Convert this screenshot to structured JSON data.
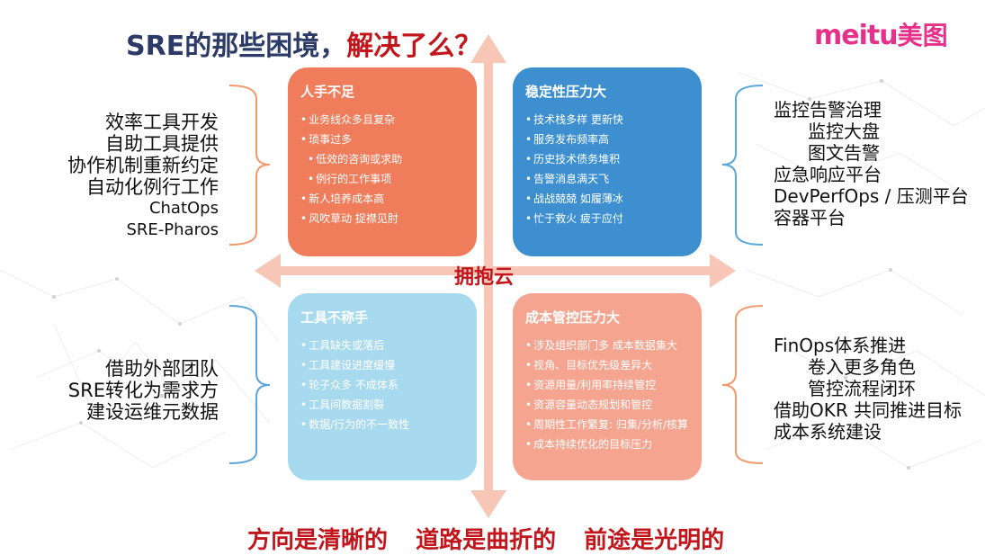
{
  "title": {
    "part1": "SRE的那些困境，",
    "part2": "解决了么？"
  },
  "logo": {
    "latin": "meitu",
    "chinese": "美图"
  },
  "center_label": "拥抱云",
  "bottom_slogans": [
    "方向是清晰的",
    "道路是曲折的",
    "前途是光明的"
  ],
  "quadrants": {
    "q1": {
      "title": "人手不足",
      "items": [
        "业务线众多且复杂",
        "琐事过多",
        "低效的咨询或求助",
        "例行的工作事项",
        "新人培养成本高",
        "风吹草动 捉襟见肘"
      ]
    },
    "q2": {
      "title": "稳定性压力大",
      "items": [
        "技术栈多样 更新快",
        "服务发布频率高",
        "历史技术债务堆积",
        "告警消息满天飞",
        "战战兢兢 如履薄冰",
        "忙于救火 疲于应付"
      ]
    },
    "q3": {
      "title": "工具不称手",
      "items": [
        "工具缺失或落后",
        "工具建设进度缓慢",
        "轮子众多 不成体系",
        "工具间数据割裂",
        "数据/行为的不一致性"
      ]
    },
    "q4": {
      "title": "成本管控压力大",
      "items": [
        "涉及组织部门多 成本数据集大",
        "视角、目标优先级差异大",
        "资源用量/利用率持续管控",
        "资源容量动态规划和管控",
        "周期性工作繁复: 归集/分析/核算",
        "成本持续优化的目标压力"
      ]
    }
  },
  "left_top": [
    "效率工具开发",
    "自助工具提供",
    "协作机制重新约定",
    "自动化例行工作",
    "ChatOps",
    "SRE-Pharos"
  ],
  "left_bottom": [
    "借助外部团队",
    "SRE转化为需求方",
    "建设运维元数据"
  ],
  "right_top": [
    "监控告警治理",
    "监控大盘",
    "图文告警",
    "应急响应平台",
    "DevPerfOps / 压测平台",
    "容器平台"
  ],
  "right_bottom": [
    "FinOps体系推进",
    "卷入更多角色",
    "管控流程闭环",
    "借助OKR 共同推进目标",
    "成本系统建设"
  ],
  "colors": {
    "title_blue": "#2b3a67",
    "accent_red": "#c0161c",
    "logo_pink": "#e6318a",
    "q1": "#ef7c5a",
    "q2": "#3d8fd0",
    "q3": "#a7d9ef",
    "q4": "#f4a48f",
    "arrow": "#f7c6b6",
    "brace_orange": "#f29a6d",
    "brace_blue": "#5aa7dd"
  }
}
